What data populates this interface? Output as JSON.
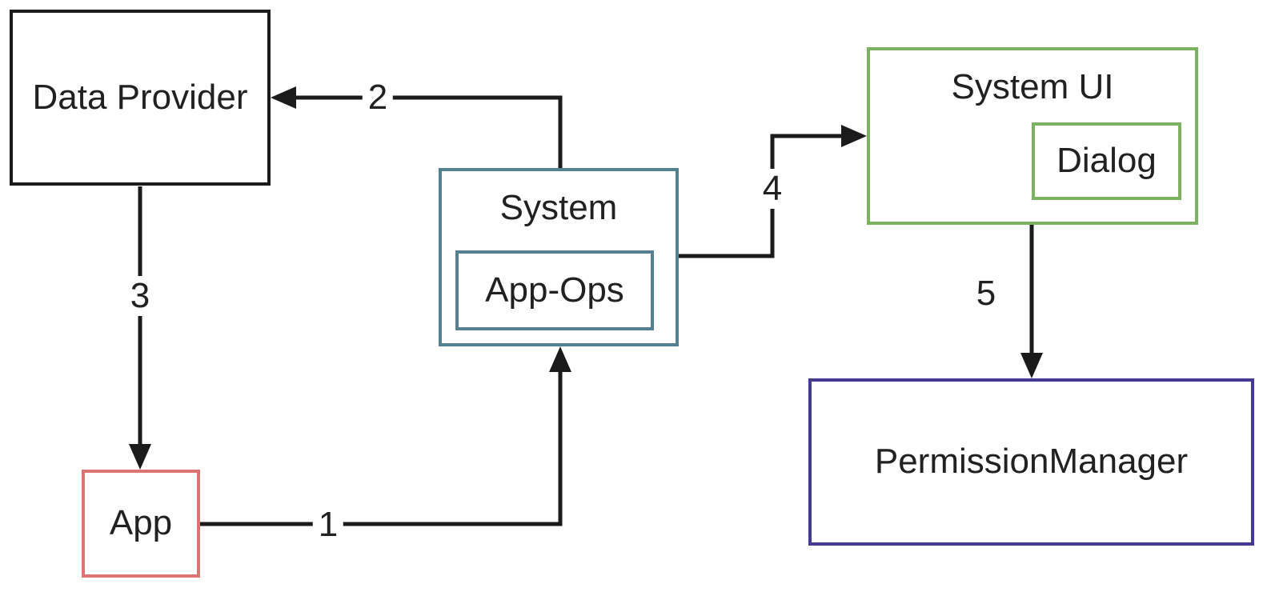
{
  "diagram": {
    "background_color": "#ffffff",
    "line_color": "#1b1b1b",
    "text_color": "#212121",
    "boxes": {
      "data_provider": {
        "label": "Data Provider",
        "border_color": "#1b1b1b"
      },
      "app": {
        "label": "App",
        "border_color": "#dd7373"
      },
      "system": {
        "label": "System",
        "border_color": "#538192"
      },
      "app_ops": {
        "label": "App-Ops",
        "border_color": "#538192"
      },
      "system_ui": {
        "label": "System UI",
        "border_color": "#7bb25f"
      },
      "dialog": {
        "label": "Dialog",
        "border_color": "#7bb25f"
      },
      "permission_manager": {
        "label": "PermissionManager",
        "border_color": "#423a93"
      }
    },
    "arrows": [
      {
        "label": "1",
        "from": "App",
        "to": "System"
      },
      {
        "label": "2",
        "from": "System",
        "to": "Data Provider"
      },
      {
        "label": "3",
        "from": "Data Provider",
        "to": "App"
      },
      {
        "label": "4",
        "from": "System",
        "to": "System UI"
      },
      {
        "label": "5",
        "from": "System UI",
        "to": "PermissionManager"
      }
    ]
  }
}
